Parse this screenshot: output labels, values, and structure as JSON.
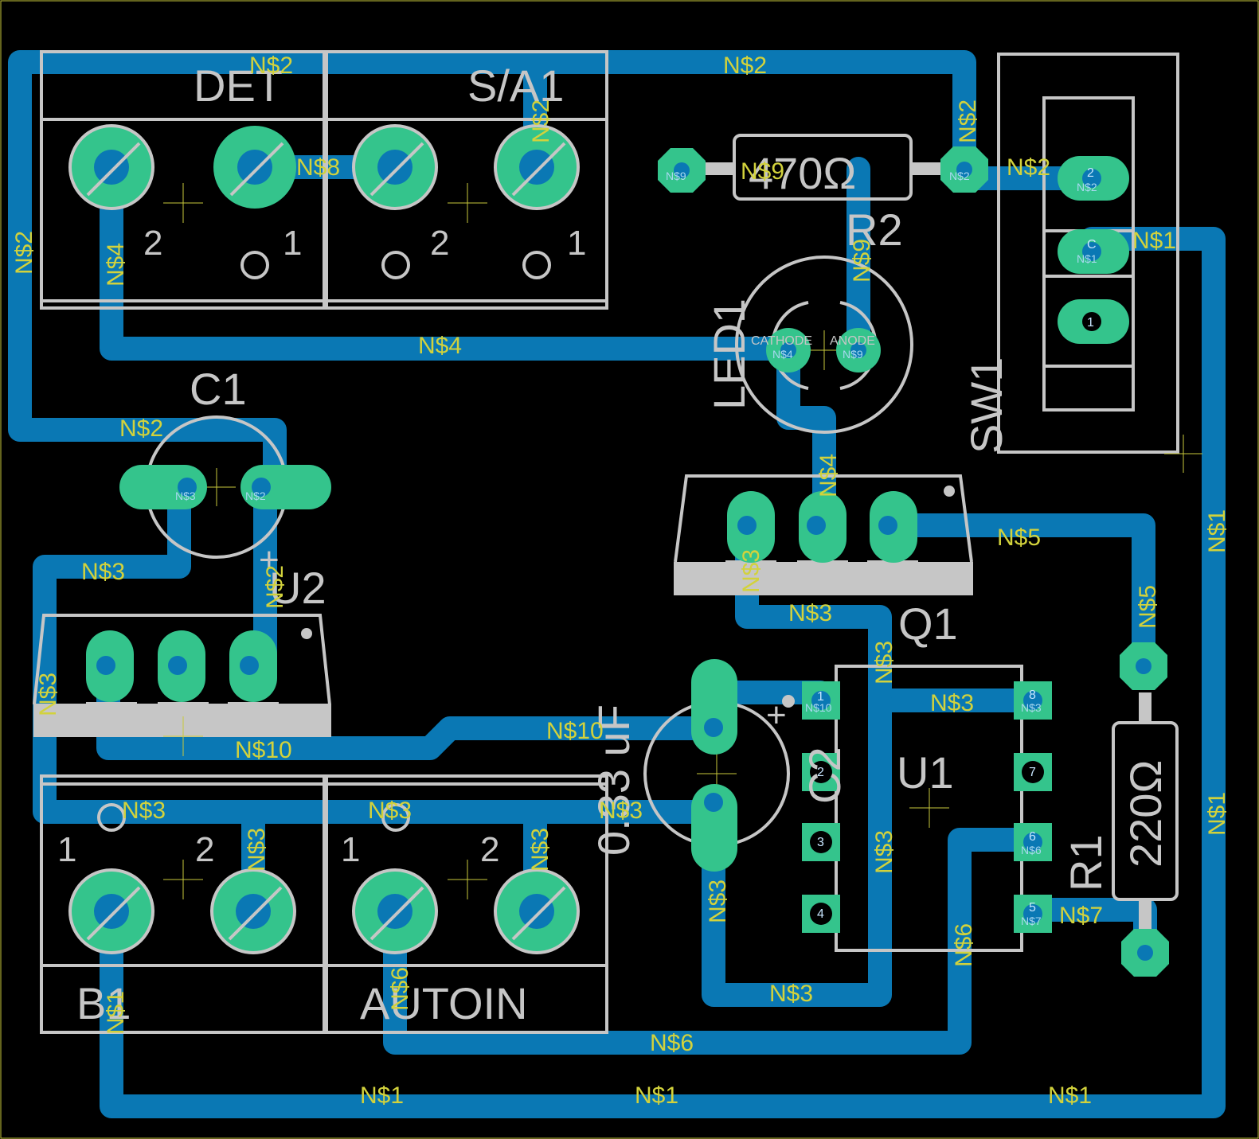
{
  "board": {
    "background": "#000000",
    "trace_color": "#0a78b4",
    "pad_color": "#34c48c",
    "silk_color": "#c6c6c6",
    "label_color": "#d2d23c"
  },
  "components": {
    "det": "DET",
    "sa1": "S/A1",
    "r2_value": "470Ω",
    "r2_ref": "R2",
    "led_ref": "LED1",
    "led_cathode": "CATHODE",
    "led_anode": "ANODE",
    "sw_ref": "SW1",
    "c1_ref": "C1",
    "u2_ref": "U2",
    "q1_ref": "Q1",
    "c2_value": "0.33 uF",
    "c2_ref": "C2",
    "u1_ref": "U1",
    "r1_value": "220Ω",
    "r1_ref": "R1",
    "b1_ref": "B1",
    "autoin_ref": "AUTOIN",
    "plus1": "+",
    "plus2": "+"
  },
  "pins": {
    "p1": "1",
    "p2": "2",
    "p3": "3",
    "p4": "4",
    "p5": "5",
    "p6": "6",
    "p7": "7",
    "p8": "8",
    "pc": "C"
  },
  "nets": {
    "n1": "N$1",
    "n2": "N$2",
    "n3": "N$3",
    "n4": "N$4",
    "n5": "N$5",
    "n6": "N$6",
    "n7": "N$7",
    "n8": "N$8",
    "n9": "N$9",
    "n10": "N$10"
  }
}
